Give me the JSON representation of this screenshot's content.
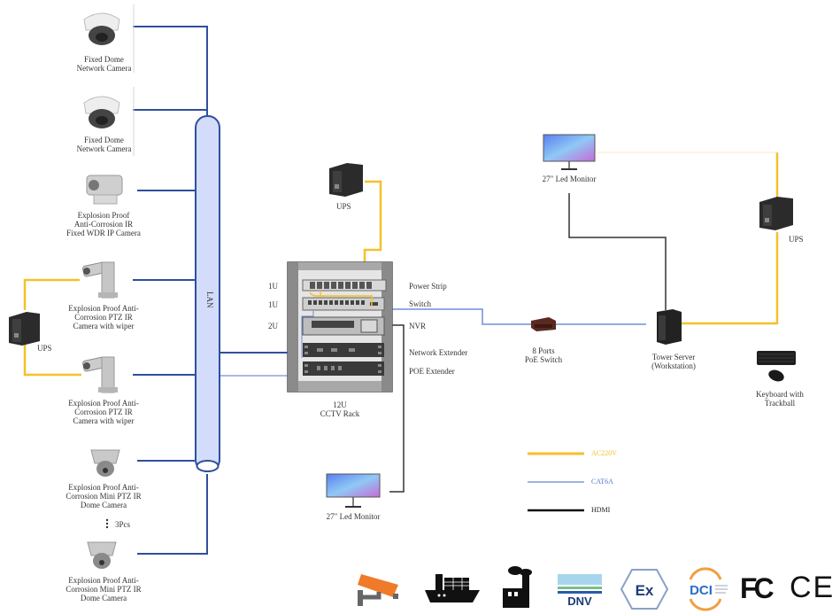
{
  "diagram": {
    "lan_label": "LAN",
    "cameras": [
      {
        "label": "Fixed Dome\nNetwork Camera"
      },
      {
        "label": "Fixed Dome\nNetwork Camera"
      },
      {
        "label": "Explosion Proof\nAnti-Corrosion IR\nFixed WDR IP Camera"
      },
      {
        "label": "Explosion Proof Anti-\nCorrosion PTZ IR\nCamera with wiper"
      },
      {
        "label": "Explosion Proof Anti-\nCorrosion PTZ IR\nCamera with wiper"
      },
      {
        "label": "Explosion Proof Anti-\nCorrosion Mini PTZ IR\nDome Camera"
      },
      {
        "label": "Explosion Proof Anti-\nCorrosion Mini PTZ IR\nDome Camera"
      }
    ],
    "camera_count_note": "3Pcs",
    "ups_left": "UPS",
    "ups_rack": "UPS",
    "ups_right": "UPS",
    "rack": {
      "title": "12U\nCCTV Rack",
      "units": [
        {
          "size": "1U",
          "name": "Power Strip"
        },
        {
          "size": "1U",
          "name": "Switch"
        },
        {
          "size": "2U",
          "name": "NVR"
        },
        {
          "size": "",
          "name": "Network Extender"
        },
        {
          "size": "",
          "name": "POE Extender"
        }
      ]
    },
    "monitor_bottom": "27\" Led Monitor",
    "monitor_top": "27\" Led Monitor",
    "poe_switch": "8 Ports\nPoE Switch",
    "tower_server": "Tower Server\n(Workstation)",
    "keyboard": "Keyboard with\nTrackball",
    "legend": [
      {
        "label": "AC220V",
        "color": "#f5c02c"
      },
      {
        "label": "CAT6A",
        "color": "#7b9ae0"
      },
      {
        "label": "HDMI",
        "color": "#111111"
      }
    ],
    "colors": {
      "lan": "#2f4f9e",
      "lan_fill": "#d3dcfa",
      "power": "#f5c02c",
      "cat6a": "#6f8fd8",
      "hdmi": "#222222"
    }
  },
  "logos": [
    {
      "name": "cctv-camera-logo"
    },
    {
      "name": "cargo-ship-logo"
    },
    {
      "name": "factory-logo"
    },
    {
      "name": "dnv-logo",
      "text": "DNV"
    },
    {
      "name": "ex-logo",
      "text": "Ex"
    },
    {
      "name": "dci-logo",
      "text": "DCI"
    },
    {
      "name": "fcc-logo",
      "text": "FC"
    },
    {
      "name": "ce-logo",
      "text": "CE"
    }
  ]
}
